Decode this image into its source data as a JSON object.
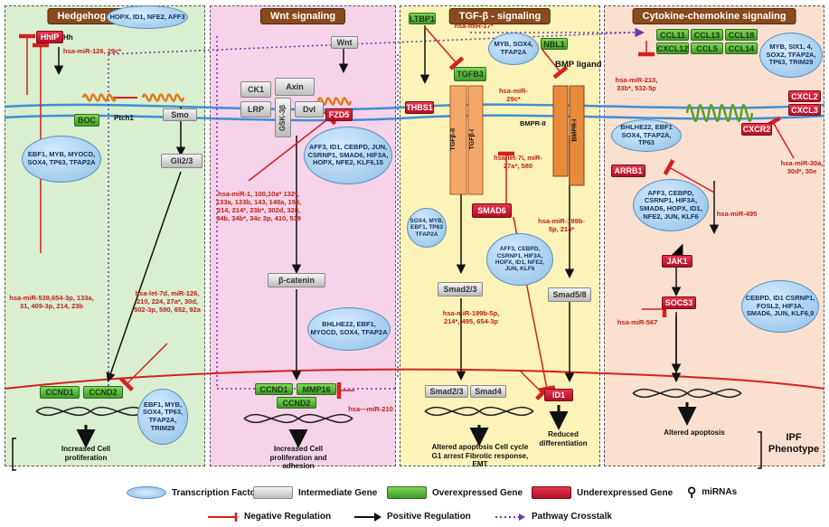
{
  "panels": {
    "hedgehog": {
      "title": "Hedgehog signaling"
    },
    "wnt": {
      "title": "Wnt signaling"
    },
    "tgfb": {
      "title": "TGF-β - signaling"
    },
    "cytokine": {
      "title": "Cytokine-chemokine signaling"
    }
  },
  "hedgehog": {
    "hhip": "HhIP",
    "hh": "Hh",
    "boc": "BOC",
    "ptch1": "Ptch1",
    "smo": "Smo",
    "gli": "Gli2/3",
    "ccnd1": "CCND1",
    "ccnd2": "CCND2",
    "tf_top": "HOPX, ID1, NFE2, AFF3",
    "tf_left": "EBF1, MYB, MYOCD, SOX4, TP63, TFAP2A",
    "tf_bottom": "EBF1, MYB, SOX4, TP63, TFAP2A, TRIM29",
    "mir1": "hsa-miR-126, 29c*",
    "mir2": "hsa-miR-539,654-3p, 133a, 31, 409-3p, 214, 23b",
    "mir3": "hsa-let-7d, miR-126, 210, 224, 27a*, 30d, 502-3p, 580, 652, 92a",
    "outcome": "Increased Cell proliferation"
  },
  "wnt": {
    "wnt": "Wnt",
    "ck1": "CK1",
    "axin": "Axin",
    "lrp": "LRP",
    "dvl": "Dvl",
    "gsk": "GSK-3β",
    "fzd5": "FZD5",
    "bcat": "β-catenin",
    "ccnd1": "CCND1",
    "mmp16": "MMP16",
    "ccnd2": "CCND2",
    "tf1": "AFF3, ID1, CEBPD, JUN, CSRNP1, SMAD6, HIF3A, HOPX, NFE2, KLF6,15",
    "tf2": "BHLHE22, EBF1, MYOCD, SOX4, TFAP2A",
    "mir1": "hsa-miR-1, 100,10a* 132*, 133a, 133b, 143, 148a, 155, 214, 214*, 23b*, 302d, 328, 34b, 34b*, 34c 3p, 410, 539",
    "mir2": "hsa—miR-210",
    "outcome": "Increased Cell proliferation and adhesion"
  },
  "tgfb": {
    "ltbp1": "LTBP1",
    "thbs1": "THBS1",
    "tgfb3": "TGFB3",
    "nbl1": "NBL1",
    "bmp": "BMP ligand",
    "tgfbr2": "TGFβ-II",
    "tgfbr1": "TGFβ-I",
    "bmpr2": "BMPR-II",
    "bmpr1": "BMPR-I",
    "smad6": "SMAD6",
    "smad23": "Smad2/3",
    "smad58": "Smad5/8",
    "smad23b": "Smad2/3",
    "smad4": "Smad4",
    "id1": "ID1",
    "mir1": "hsa-miR-17*",
    "mir2": "hsa-miR-29c*",
    "mir3": "hsa-let-7i, miR-27a*, 580",
    "mir4": "hsa-miR-199b-5p, 214*",
    "mir5": "hsa-miR-199b-5p, 214*, 495, 654-3p",
    "tf1": "MYB, SOX4, TFAP2A",
    "tf2": "SOX4, MYB, EBF1, TP63 TFAP2A",
    "tf3": "AFF3, CEBPD, CSRNP1, HIF3A, HOPX, ID1, NFE2, JUN, KLF6",
    "outcome1": "Altered apoptosis Cell cycle G1 arrest Fibrotic response, EMT",
    "outcome2": "Reduced differentiation"
  },
  "cytokine": {
    "ccl11": "CCL11",
    "ccl13": "CCL13",
    "ccl18": "CCL18",
    "cxcl12": "CXCL12",
    "ccl5": "CCL5",
    "ccl14": "CCL14",
    "cxcl2": "CXCL2",
    "cxcl3": "CXCL3",
    "cxcr2": "CXCR2",
    "arrb1": "ARRB1",
    "jak1": "JAK1",
    "socs3": "SOCS3",
    "tf1": "MYB, SIX1, 4, SOX2, TFAP2A, TP63, TRIM29",
    "tf2": "BHLHE22, EBF1 SOX4, TFAP2A, TP63",
    "tf3": "AFF3, CEBPD, CSRNP1, HIF3A, SMAD6, HOPX, ID1, NFE2, JUN, KLF6",
    "tf4": "CEBPD, ID1 CSRNP1, FOSL2, HIF3A, SMAD6, JUN, KLF6,9",
    "mir1": "hsa-miR-210, 33b*, 532-5p",
    "mir2": "hsa-miR-30a, 30d*, 30e",
    "mir3": "hsa-miR-495",
    "mir4": "hsa-miR-567",
    "outcome": "Altered apoptosis"
  },
  "phenotype": "IPF Phenotype",
  "legend": {
    "tf": "Transcription Factor",
    "intermediate": "Intermediate Gene",
    "over": "Overexpressed Gene",
    "under": "Underexpressed Gene",
    "mirna": "miRNAs",
    "neg": "Negative Regulation",
    "pos": "Positive Regulation",
    "cross": "Pathway Crosstalk"
  },
  "colors": {
    "hedgehog_bg": "#d9efcf",
    "wnt_bg": "#f6d3e8",
    "tgfb_bg": "#fbf3b8",
    "cytokine_bg": "#fbe0cf",
    "membrane": "#3f8fd6",
    "dna_line": "#d42020",
    "neg": "#d42020",
    "cross": "#6a3ab0"
  }
}
